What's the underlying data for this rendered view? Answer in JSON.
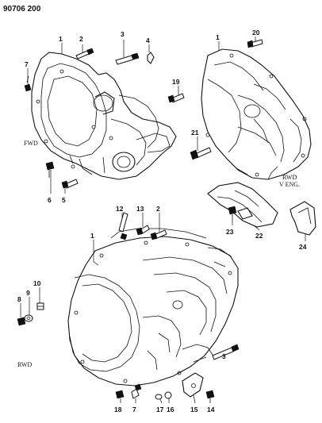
{
  "header": {
    "code": "90706 200"
  },
  "notes": {
    "fwd": "FWD",
    "rwd_v_line1": "RWD",
    "rwd_v_line2": "V ENG.",
    "rwd_bottom": "RWD"
  },
  "callouts": {
    "c1a": "1",
    "c2a": "2",
    "c3a": "3",
    "c4": "4",
    "c7a": "7",
    "c19": "19",
    "c1b": "1",
    "c20": "20",
    "c21": "21",
    "c6": "6",
    "c5": "5",
    "c23": "23",
    "c22": "22",
    "c24": "24",
    "c12": "12",
    "c13": "13",
    "c2b": "2",
    "c1c": "1",
    "c10": "10",
    "c9": "9",
    "c8": "8",
    "c3b": "3",
    "c18": "18",
    "c7b": "7",
    "c17": "17",
    "c16": "16",
    "c15": "15",
    "c14": "14"
  }
}
